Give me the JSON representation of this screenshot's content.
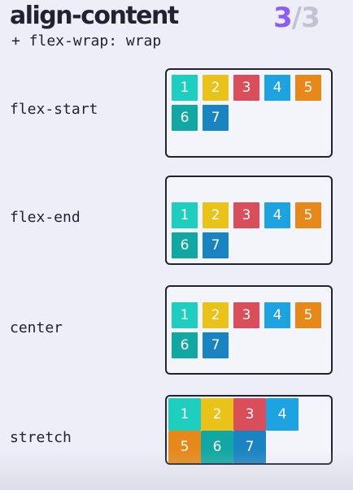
{
  "header": {
    "title": "align-content",
    "subtitle": "+ flex-wrap: wrap",
    "page_current": "3",
    "page_sep": "/",
    "page_total": "3"
  },
  "colors": {
    "teal": "#1ecfc0",
    "yellow": "#e9c21a",
    "red": "#d94e5a",
    "blue": "#1fa3e0",
    "orange": "#e7891a",
    "dark_teal": "#11a8a3",
    "dark_blue": "#1a84c2",
    "accent": "#8b5cf6"
  },
  "rows": [
    {
      "label": "flex-start",
      "items": [
        "1",
        "2",
        "3",
        "4",
        "5",
        "6",
        "7"
      ]
    },
    {
      "label": "flex-end",
      "items": [
        "1",
        "2",
        "3",
        "4",
        "5",
        "6",
        "7"
      ]
    },
    {
      "label": "center",
      "items": [
        "1",
        "2",
        "3",
        "4",
        "5",
        "6",
        "7"
      ]
    },
    {
      "label": "stretch",
      "items": [
        "1",
        "2",
        "3",
        "4",
        "5",
        "6",
        "7"
      ]
    }
  ]
}
